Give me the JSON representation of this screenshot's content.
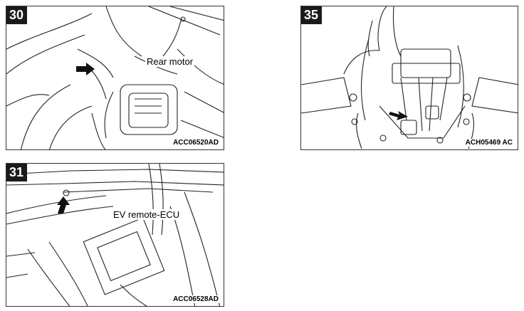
{
  "figures": [
    {
      "number": "30",
      "label": "Rear motor",
      "code": "ACC06520AD"
    },
    {
      "number": "35",
      "label": "",
      "code": "ACH05469 AC"
    },
    {
      "number": "31",
      "label": "EV remote-ECU",
      "code": "ACC06528AD"
    }
  ]
}
